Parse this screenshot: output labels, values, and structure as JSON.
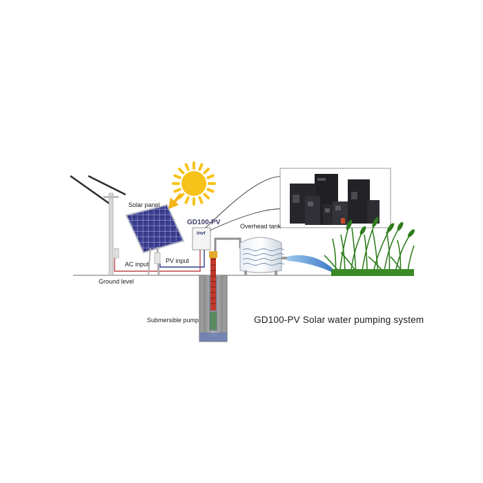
{
  "labels": {
    "solar_panel": "Solar panel",
    "device": "GD100-PV",
    "brand": "invt",
    "overhead_tank": "Overhead tank",
    "ac_input": "AC input",
    "pv_input": "PV input",
    "ground_level": "Ground level",
    "submersible_pump": "Submersible pump",
    "title": "GD100-PV Solar water pumping system"
  },
  "colors": {
    "sun": "#f7c21a",
    "sun_arrow": "#f2b418",
    "panel_cells": "#3a3c8e",
    "ac_wire": "#c0434a",
    "pv_wire": "#2e3f86",
    "ground": "#7c7c7c",
    "water": "#3e7ecf",
    "grass": "#2f7d1e",
    "pump_pipe": "#c0392b"
  },
  "icons": [
    "sun-icon",
    "solar-panel-icon",
    "power-pole-icon",
    "controller-box-icon",
    "inverter-lineup-icon",
    "overhead-tank-icon",
    "well-icon",
    "grass-icon"
  ]
}
